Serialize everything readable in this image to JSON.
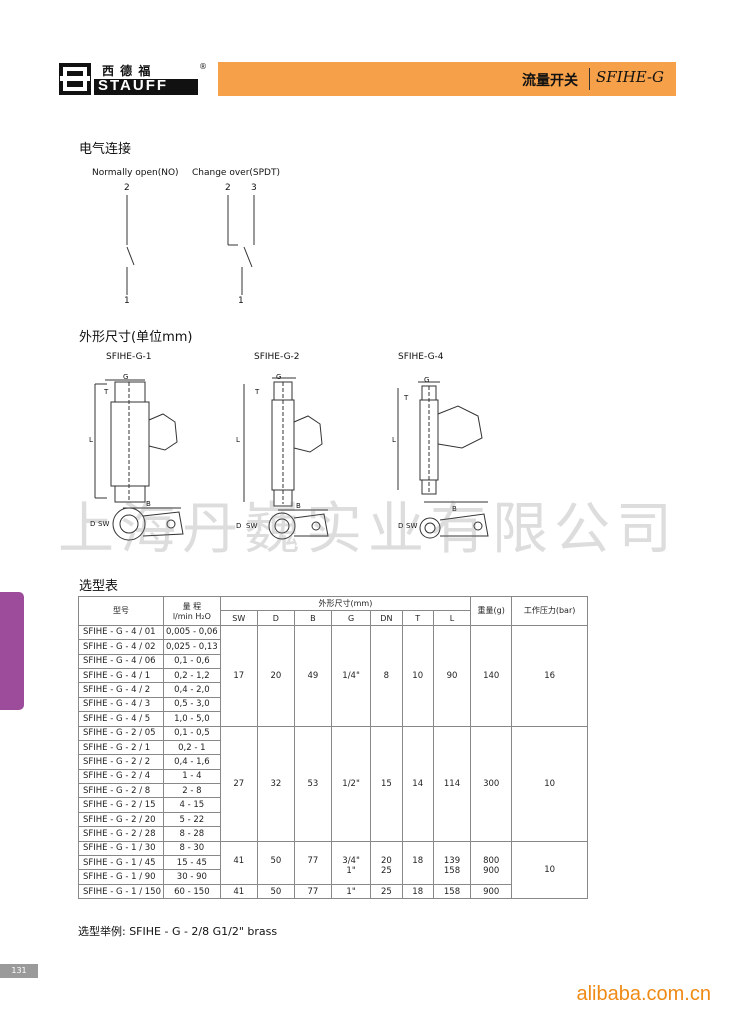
{
  "header": {
    "logo_cn": "西 德 福",
    "logo_en": "STAUFF",
    "logo_reg": "®",
    "title": "流量开关",
    "model": "SFIHE-G"
  },
  "electrical": {
    "heading": "电气连接",
    "no_label": "Normally open(NO)",
    "spdt_label": "Change over(SPDT)",
    "no_top": "2",
    "no_bottom": "1",
    "spdt_top_left": "2",
    "spdt_top_right": "3",
    "spdt_bottom": "1"
  },
  "dimensions": {
    "heading": "外形尺寸(单位mm)",
    "drawings": [
      {
        "title": "SFIHE-G-1"
      },
      {
        "title": "SFIHE-G-2"
      },
      {
        "title": "SFIHE-G-4"
      }
    ],
    "labels": {
      "g": "G",
      "t": "T",
      "l": "L",
      "b": "B",
      "d": "D",
      "sw": "SW"
    }
  },
  "watermark": "上海丹巍实业有限公司",
  "selection": {
    "heading": "选型表",
    "headers": {
      "model": "型号",
      "range": "量 程",
      "range_unit": "l/min H₂O",
      "dims": "外形尺寸(mm)",
      "sw": "SW",
      "d": "D",
      "b": "B",
      "g": "G",
      "dn": "DN",
      "t": "T",
      "l": "L",
      "weight": "重量(g)",
      "pressure": "工作压力(bar)"
    },
    "groups": [
      {
        "rows": [
          {
            "model": "SFIHE - G - 4 / 01",
            "range": "0,005 - 0,06"
          },
          {
            "model": "SFIHE - G - 4 / 02",
            "range": "0,025 - 0,13"
          },
          {
            "model": "SFIHE - G - 4 / 06",
            "range": "0,1 - 0,6"
          },
          {
            "model": "SFIHE - G - 4 / 1",
            "range": "0,2 - 1,2"
          },
          {
            "model": "SFIHE - G - 4 / 2",
            "range": "0,4 - 2,0"
          },
          {
            "model": "SFIHE - G - 4 / 3",
            "range": "0,5 - 3,0"
          },
          {
            "model": "SFIHE - G - 4 / 5",
            "range": "1,0 - 5,0"
          }
        ],
        "sw": "17",
        "d": "20",
        "b": "49",
        "g": "1/4\"",
        "dn": "8",
        "t": "10",
        "l": "90",
        "weight": "140",
        "pressure": "16"
      },
      {
        "rows": [
          {
            "model": "SFIHE - G - 2 / 05",
            "range": "0,1 - 0,5"
          },
          {
            "model": "SFIHE - G - 2 / 1",
            "range": "0,2 - 1"
          },
          {
            "model": "SFIHE - G - 2 / 2",
            "range": "0,4 - 1,6"
          },
          {
            "model": "SFIHE - G - 2 / 4",
            "range": "1 - 4"
          },
          {
            "model": "SFIHE - G - 2 / 8",
            "range": "2 - 8"
          },
          {
            "model": "SFIHE - G - 2 / 15",
            "range": "4 - 15"
          },
          {
            "model": "SFIHE - G - 2 / 20",
            "range": "5 - 22"
          },
          {
            "model": "SFIHE - G - 2 / 28",
            "range": "8 - 28"
          }
        ],
        "sw": "27",
        "d": "32",
        "b": "53",
        "g": "1/2\"",
        "dn": "15",
        "t": "14",
        "l": "114",
        "weight": "300",
        "pressure": "10"
      },
      {
        "rows": [
          {
            "model": "SFIHE - G - 1 / 30",
            "range": "8 - 30"
          },
          {
            "model": "SFIHE - G - 1 / 45",
            "range": "15 - 45"
          },
          {
            "model": "SFIHE - G - 1 / 90",
            "range": "30 - 90"
          },
          {
            "model": "SFIHE - G - 1 / 150",
            "range": "60 - 150"
          }
        ],
        "sw": "41",
        "d": "50",
        "b": "77",
        "g1": "3/4\"",
        "g2": "1\"",
        "dn1": "20",
        "dn2": "25",
        "t": "18",
        "l1": "139",
        "l2": "158",
        "weight1": "800",
        "weight2": "900",
        "pressure": "10",
        "last": {
          "sw": "41",
          "d": "50",
          "b": "77",
          "g": "1\"",
          "dn": "25",
          "t": "18",
          "l": "158",
          "weight": "900"
        }
      }
    ]
  },
  "example": "选型举例:  SFIHE - G - 2/8  G1/2\" brass",
  "page_number": "131",
  "footer": "alibaba.com.cn",
  "colors": {
    "accent": "#f6a04a",
    "tab": "#9d4b9b",
    "footer": "#f08a16"
  }
}
